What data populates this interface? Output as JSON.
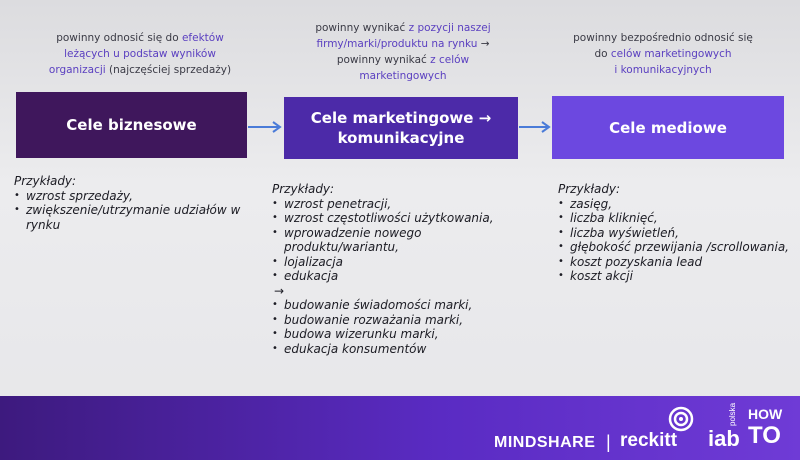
{
  "columns": [
    {
      "desc_lines": [
        [
          {
            "t": "powinny odnosić się do ",
            "h": false
          },
          {
            "t": "efektów",
            "h": true
          }
        ],
        [
          {
            "t": "leżących u podstaw wyników",
            "h": true
          }
        ],
        [
          {
            "t": "organizacji",
            "h": true
          },
          {
            "t": " (najczęściej sprzedaży)",
            "h": false
          }
        ]
      ],
      "box_title": "Cele biznesowe",
      "examples_head": "Przykłady:",
      "examples": [
        "wzrost sprzedaży,",
        "zwiększenie/utrzymanie udziałów w rynku"
      ]
    },
    {
      "desc_lines": [
        [
          {
            "t": "powinny wynikać ",
            "h": false
          },
          {
            "t": "z pozycji naszej",
            "h": true
          }
        ],
        [
          {
            "t": "firmy/marki/produktu na rynku",
            "h": true
          },
          {
            "t": " →",
            "h": false
          }
        ],
        [
          {
            "t": "powinny wynikać ",
            "h": false
          },
          {
            "t": "z celów",
            "h": true
          }
        ],
        [
          {
            "t": "marketingowych",
            "h": true
          }
        ]
      ],
      "box_title": "Cele marketingowe → komunikacyjne",
      "examples_head": "Przykłady:",
      "examples": [
        "wzrost penetracji,",
        "wzrost częstotliwości użytkowania,",
        "wprowadzenie nowego produktu/wariantu,",
        "lojalizacja",
        "edukacja"
      ],
      "examples_arrow": "→",
      "examples_2": [
        "budowanie świadomości marki,",
        "budowanie rozważania marki,",
        "budowa wizerunku marki,",
        "edukacja konsumentów"
      ]
    },
    {
      "desc_lines": [
        [
          {
            "t": "powinny bezpośrednio odnosić się",
            "h": false
          }
        ],
        [
          {
            "t": "do ",
            "h": false
          },
          {
            "t": "celów marketingowych",
            "h": true
          }
        ],
        [
          {
            "t": "i komunikacyjnych",
            "h": true
          }
        ]
      ],
      "box_title": "Cele mediowe",
      "examples_head": "Przykłady:",
      "examples": [
        "zasięg,",
        "liczba kliknięć,",
        "liczba wyświetleń,",
        "głębokość przewijania /scrollowania,",
        "koszt pozyskania lead",
        "koszt akcji"
      ]
    }
  ],
  "footer": {
    "logo1": "MINDSHARE",
    "separator": "|",
    "logo2": "reckitt",
    "logo3": "iab",
    "logo3_small": "polska",
    "logo4_top": "HOW",
    "logo4_bottom": "TO"
  },
  "colors": {
    "box1": "#3f175c",
    "box2": "#4c2aa8",
    "box3": "#6c48e0",
    "arrow": "#4a7bd8",
    "highlight": "#5a3fc0"
  }
}
